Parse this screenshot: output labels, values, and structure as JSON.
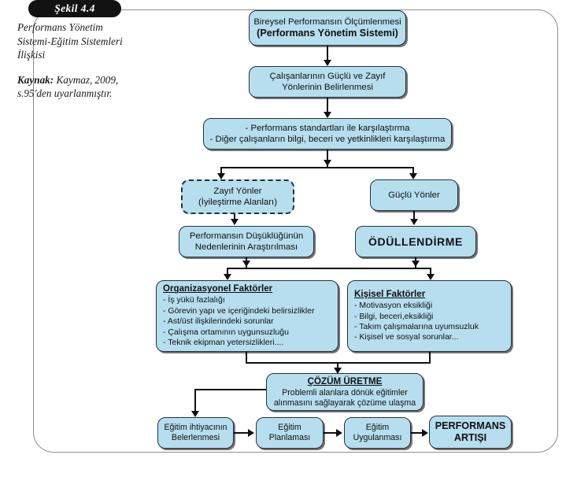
{
  "figure": {
    "badge": "Şekil 4.4",
    "caption_title": "Performans Yönetim Sistemi-Eğitim Sistemleri İlişkisi",
    "source_label": "Kaynak:",
    "source_text": " Kaymaz, 2009, s.95'den uyarlanmıştır."
  },
  "colors": {
    "box_fill": "#b6deef",
    "box_border": "#23323c",
    "connector": "#101010",
    "badge_bg": "#121212",
    "frame_border": "#8d8d8d"
  },
  "nodes": {
    "n1": {
      "line1": "Bireysel Performansın Ölçümlenmesi",
      "line2": "(Performans Yönetim Sistemi)"
    },
    "n2": {
      "line1": "Çalışanlarının Güçlü ve Zayıf",
      "line2": "Yönlerinin Belirlenmesi"
    },
    "n3": {
      "line1": "- Performans standartları ile karşılaştırma",
      "line2": "- Diğer çalışanların bilgi, beceri ve yetkinlikleri karşılaştırma"
    },
    "n4": {
      "line1": "Zayıf Yönler",
      "line2": "(İyileştirme Alanları)"
    },
    "n5": {
      "line1": "Güçlü Yönler"
    },
    "n6": {
      "line1": "Performansın Düşüklüğünün",
      "line2": "Nedenlerinin Araştırılması"
    },
    "n7": {
      "line1": "ÖDÜLLENDİRME"
    },
    "n8": {
      "header": "Organizasyonel Faktörler",
      "items": [
        "- İş yükü fazlalığı",
        "- Görevin yapı ve içeriğindeki belirsizlikler",
        "- Ast/üst ilişkilerindeki sorunlar",
        "- Çalışma ortamının uygunsuzluğu",
        "- Teknik ekipman yetersizlikleri...."
      ]
    },
    "n9": {
      "header": "Kişisel Faktörler",
      "items": [
        "- Motivasyon eksikliği",
        "- Bilgi, beceri,eksikliği",
        "- Takım çalışmalarına uyumsuzluk",
        "- Kişisel ve sosyal sorunlar..."
      ]
    },
    "n10": {
      "header": "ÇÖZÜM ÜRETME",
      "line1": "Problemli alanlara dönük eğitimler",
      "line2": "alınmasını sağlayarak çözüme ulaşma"
    },
    "n11": {
      "line1": "Eğitim ihtiyacının",
      "line2": "Belerlenmesi"
    },
    "n12": {
      "line1": "Eğitim",
      "line2": "Planlaması"
    },
    "n13": {
      "line1": "Eğitim",
      "line2": "Uygulanması"
    },
    "n14": {
      "line1": "PERFORMANS",
      "line2": "ARTIŞI"
    }
  }
}
